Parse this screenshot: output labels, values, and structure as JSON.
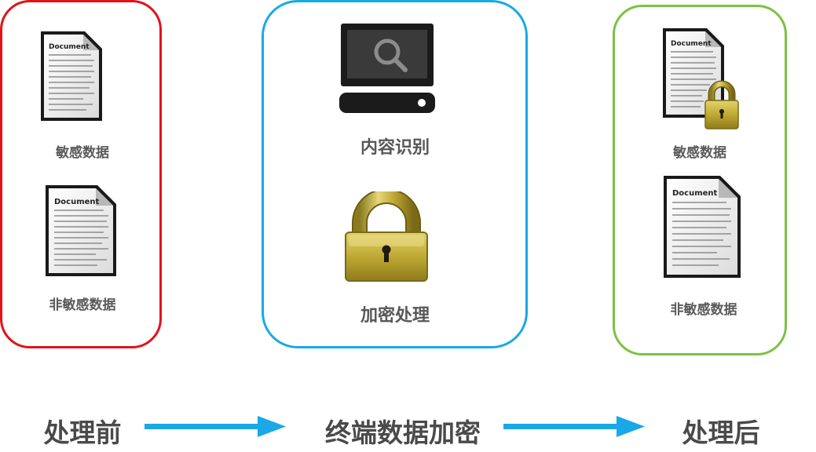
{
  "before": {
    "doc1_caption": "敏感数据",
    "doc2_caption": "非敏感数据"
  },
  "middle": {
    "step1_caption": "内容识别",
    "step2_caption": "加密处理"
  },
  "after": {
    "doc1_caption": "敏感数据",
    "doc2_caption": "非敏感数据"
  },
  "flow": {
    "start_label": "处理前",
    "middle_label": "终端数据加密",
    "end_label": "处理后"
  },
  "document_heading": "Document",
  "colors": {
    "before_border": "#e3121a",
    "middle_border": "#17a9e6",
    "after_border": "#7cc242",
    "arrow": "#1aa8e8"
  }
}
